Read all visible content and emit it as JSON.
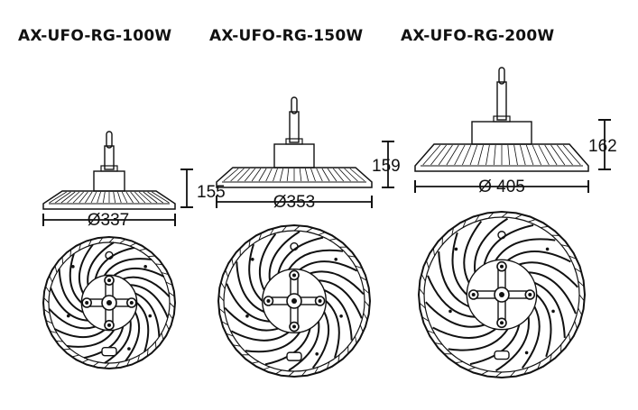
{
  "products": [
    {
      "model": "AX-UFO-RG-100W",
      "diameter": "Ø337",
      "height": "155"
    },
    {
      "model": "AX-UFO-RG-150W",
      "diameter": "Ø353",
      "height": "159"
    },
    {
      "model": "AX-UFO-RG-200W",
      "diameter": "Ø 405",
      "height": "162"
    }
  ],
  "colors": {
    "line": "#111111",
    "background": "#ffffff"
  }
}
